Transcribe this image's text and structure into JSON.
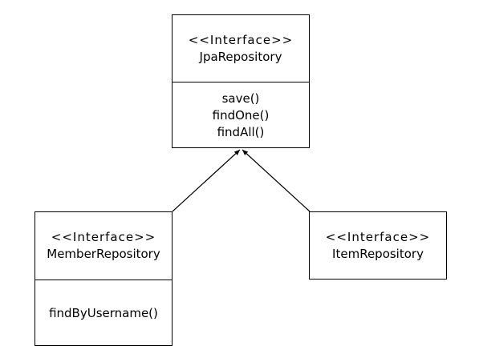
{
  "diagram": {
    "parent": {
      "stereotype": "<<Interface>>",
      "name": "JpaRepository",
      "methods": [
        "save()",
        "findOne()",
        "findAll()"
      ]
    },
    "children": [
      {
        "stereotype": "<<Interface>>",
        "name": "MemberRepository",
        "methods": [
          "findByUsername()"
        ]
      },
      {
        "stereotype": "<<Interface>>",
        "name": "ItemRepository",
        "methods": []
      }
    ],
    "relations": [
      {
        "from": "MemberRepository",
        "to": "JpaRepository",
        "type": "generalization"
      },
      {
        "from": "ItemRepository",
        "to": "JpaRepository",
        "type": "generalization"
      }
    ],
    "line_color": "#000000",
    "background": "#ffffff"
  }
}
